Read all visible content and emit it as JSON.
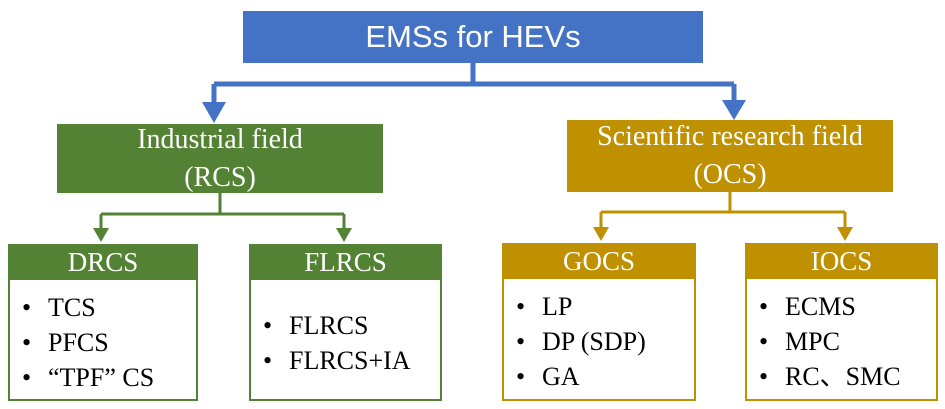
{
  "root": {
    "label": "EMSs for HEVs"
  },
  "industrial": {
    "title": "Industrial field",
    "subtitle": "(RCS)",
    "children": [
      {
        "title": "DRCS",
        "items": [
          "TCS",
          "PFCS",
          "“TPF”  CS"
        ]
      },
      {
        "title": "FLRCS",
        "items": [
          "FLRCS",
          "FLRCS+IA"
        ]
      }
    ]
  },
  "scientific": {
    "title": "Scientific research field",
    "subtitle": "(OCS)",
    "children": [
      {
        "title": "GOCS",
        "items": [
          "LP",
          "DP (SDP)",
          "GA"
        ]
      },
      {
        "title": "IOCS",
        "items": [
          "ECMS",
          "MPC",
          "RC、SMC"
        ]
      }
    ]
  },
  "bullet": "•",
  "colors": {
    "root": "#4472c4",
    "industrial": "#548235",
    "scientific": "#bf9000"
  }
}
